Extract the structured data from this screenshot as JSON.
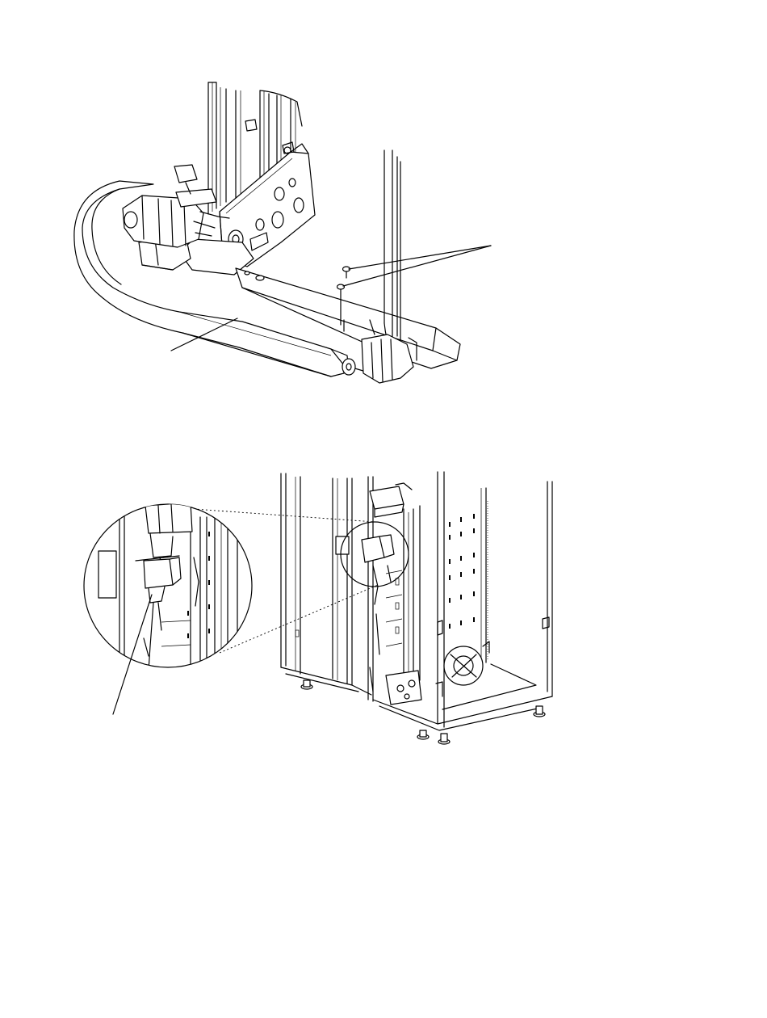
{
  "figure": {
    "panels": [
      {
        "id": "cable-carrier-assembly",
        "callouts": 2
      },
      {
        "id": "library-frame-with-detail",
        "callouts": 1
      }
    ],
    "colors": {
      "ink": "#000000",
      "paper": "#ffffff"
    }
  }
}
